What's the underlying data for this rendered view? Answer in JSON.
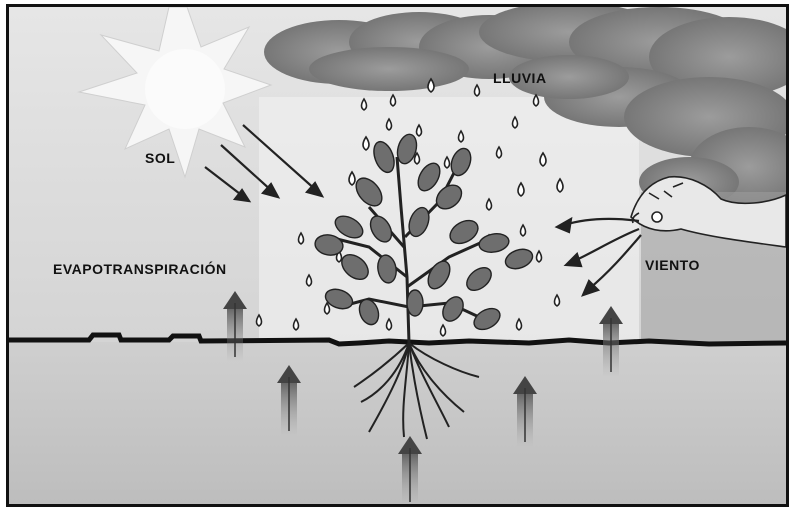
{
  "diagram": {
    "labels": {
      "sun": "SOL",
      "rain": "LLUVIA",
      "wind": "VIENTO",
      "evapotranspiration": "EVAPOTRANSPIRACIÓN"
    },
    "palette": {
      "sky": "#dedede",
      "cloud": "#8a8a8a",
      "ground": "#c4c4c4",
      "sun": "#f2f2f2",
      "ink": "#111111"
    }
  }
}
